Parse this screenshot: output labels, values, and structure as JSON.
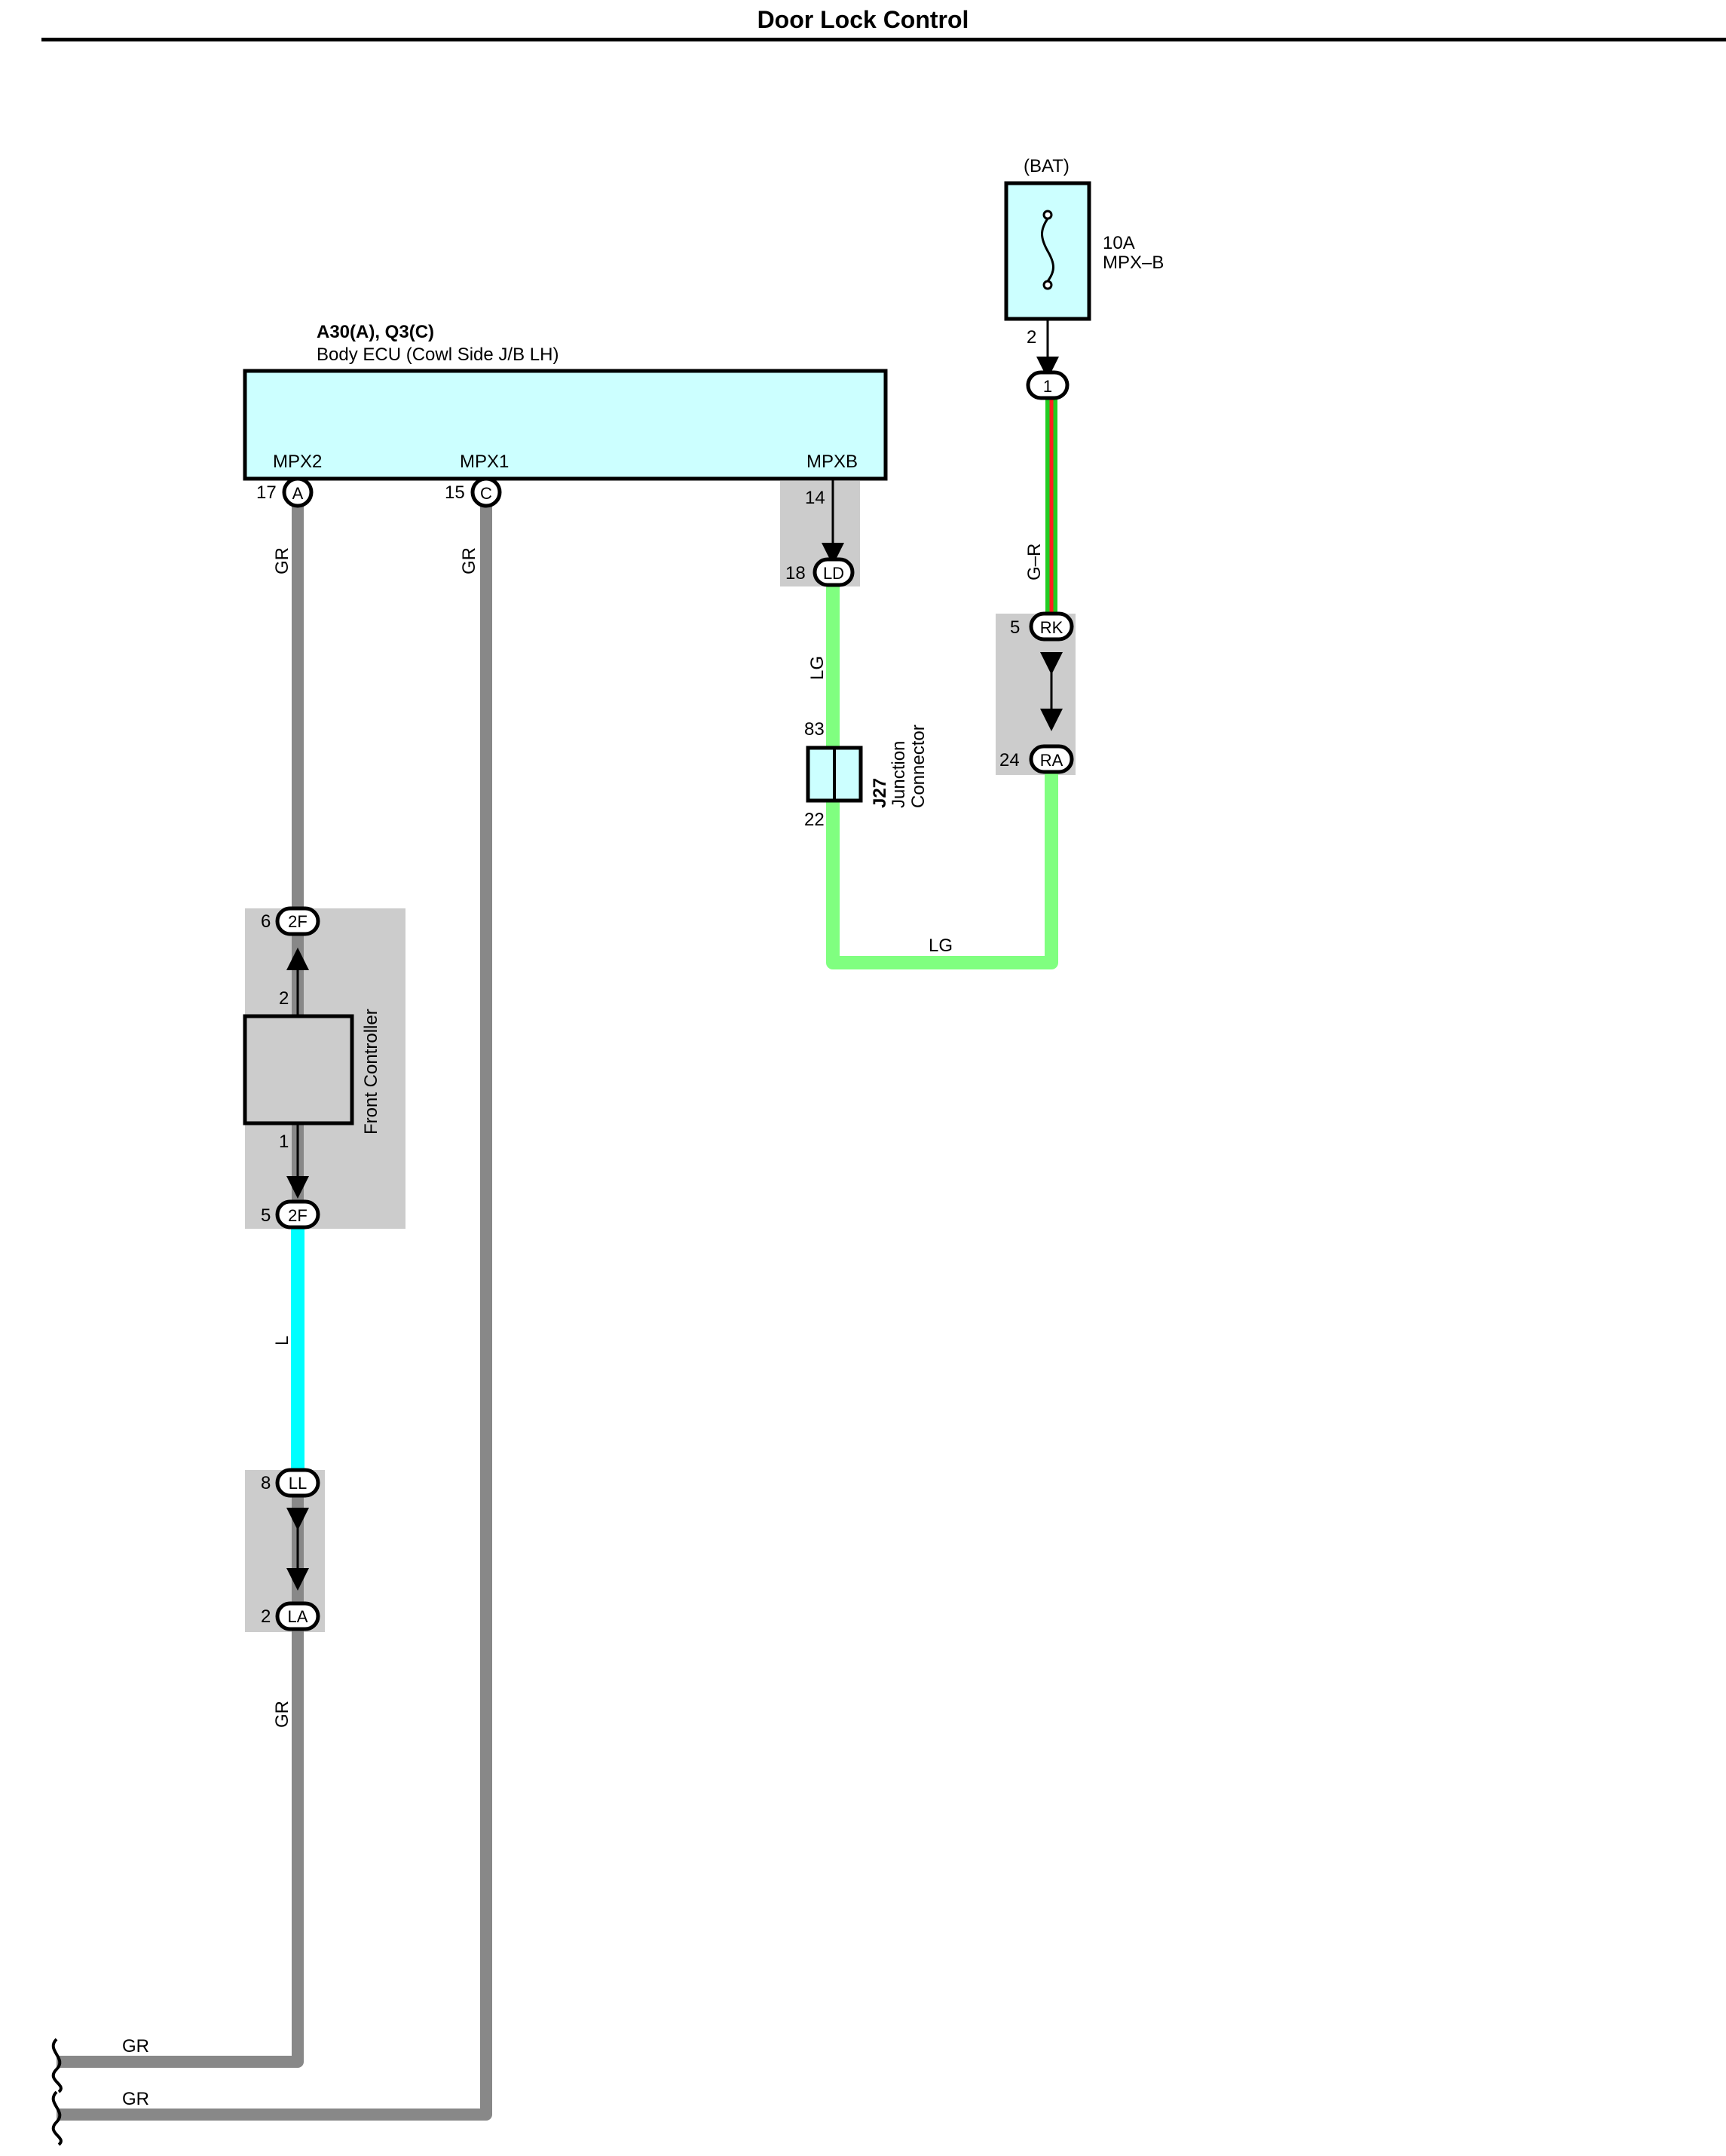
{
  "title": "Door Lock Control",
  "colors": {
    "gr": "#888888",
    "lg": "#80ff80",
    "l": "#00ffff",
    "g": "#22cc22",
    "r": "#ff2020",
    "box": "#ccffff",
    "shade": "#cccccc"
  },
  "ecu": {
    "code": "A30(A), Q3(C)",
    "name": "Body ECU (Cowl Side J/B LH)",
    "pin_mpx2": "MPX2",
    "pin_mpx1": "MPX1",
    "pin_mpxb": "MPXB"
  },
  "fuse": {
    "source": "(BAT)",
    "rating": "10A",
    "name": "MPX–B",
    "pin": "2"
  },
  "connectors": {
    "a": {
      "pin": "17",
      "code": "A"
    },
    "c": {
      "pin": "15",
      "code": "C"
    },
    "ld_top_pin": "14",
    "ld": {
      "pin": "18",
      "code": "LD"
    },
    "one": {
      "code": "1"
    },
    "rk": {
      "pin": "5",
      "code": "RK"
    },
    "ra": {
      "pin": "24",
      "code": "RA"
    },
    "twof_top": {
      "pin": "6",
      "code": "2F"
    },
    "twof_bottom": {
      "pin": "5",
      "code": "2F"
    },
    "ll": {
      "pin": "8",
      "code": "LL"
    },
    "la": {
      "pin": "2",
      "code": "LA"
    }
  },
  "junction": {
    "code": "J27",
    "line1": "Junction",
    "line2": "Connector",
    "pin_top": "83",
    "pin_bottom": "22"
  },
  "front_controller": {
    "name": "Front Controller",
    "pin_top": "2",
    "pin_bottom": "1"
  },
  "wires": {
    "gr_left_top": "GR",
    "gr_mid": "GR",
    "lg_vertical": "LG",
    "g_r": "G–R",
    "lg_horizontal": "LG",
    "l": "L",
    "gr_left_bottom": "GR",
    "gr_bottom_1": "GR",
    "gr_bottom_2": "GR"
  }
}
